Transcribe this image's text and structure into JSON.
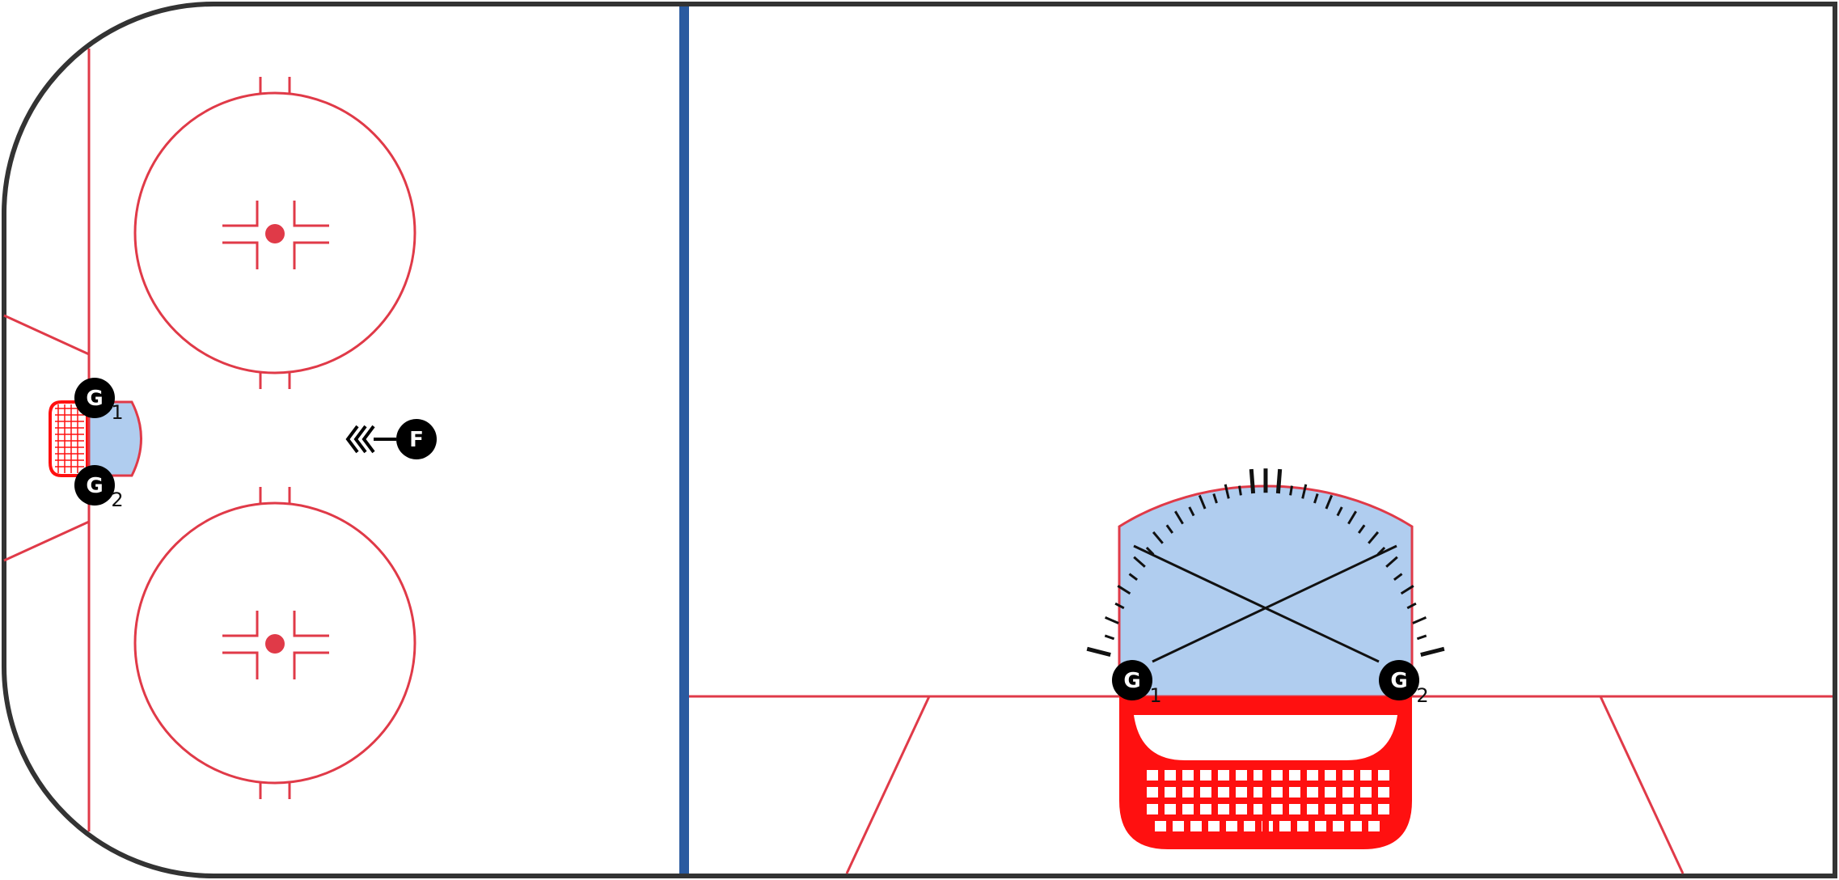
{
  "colors": {
    "boards": "#333333",
    "red_lines": "#e03a48",
    "blue_line": "#2a5aa0",
    "crease_fill": "#b0cdef",
    "net_red": "#ff1010",
    "player_fill": "#000000",
    "drill_line": "#111111"
  },
  "players": {
    "overview_g1": {
      "letter": "G",
      "sub": "1"
    },
    "overview_g2": {
      "letter": "G",
      "sub": "2"
    },
    "forward": {
      "letter": "F"
    },
    "zoom_g1": {
      "letter": "G",
      "sub": "1"
    },
    "zoom_g2": {
      "letter": "G",
      "sub": "2"
    }
  },
  "icons": [
    "goal-net-icon",
    "skating-arrow-icon",
    "stickhandling-hash-icon",
    "player-marker-icon"
  ]
}
